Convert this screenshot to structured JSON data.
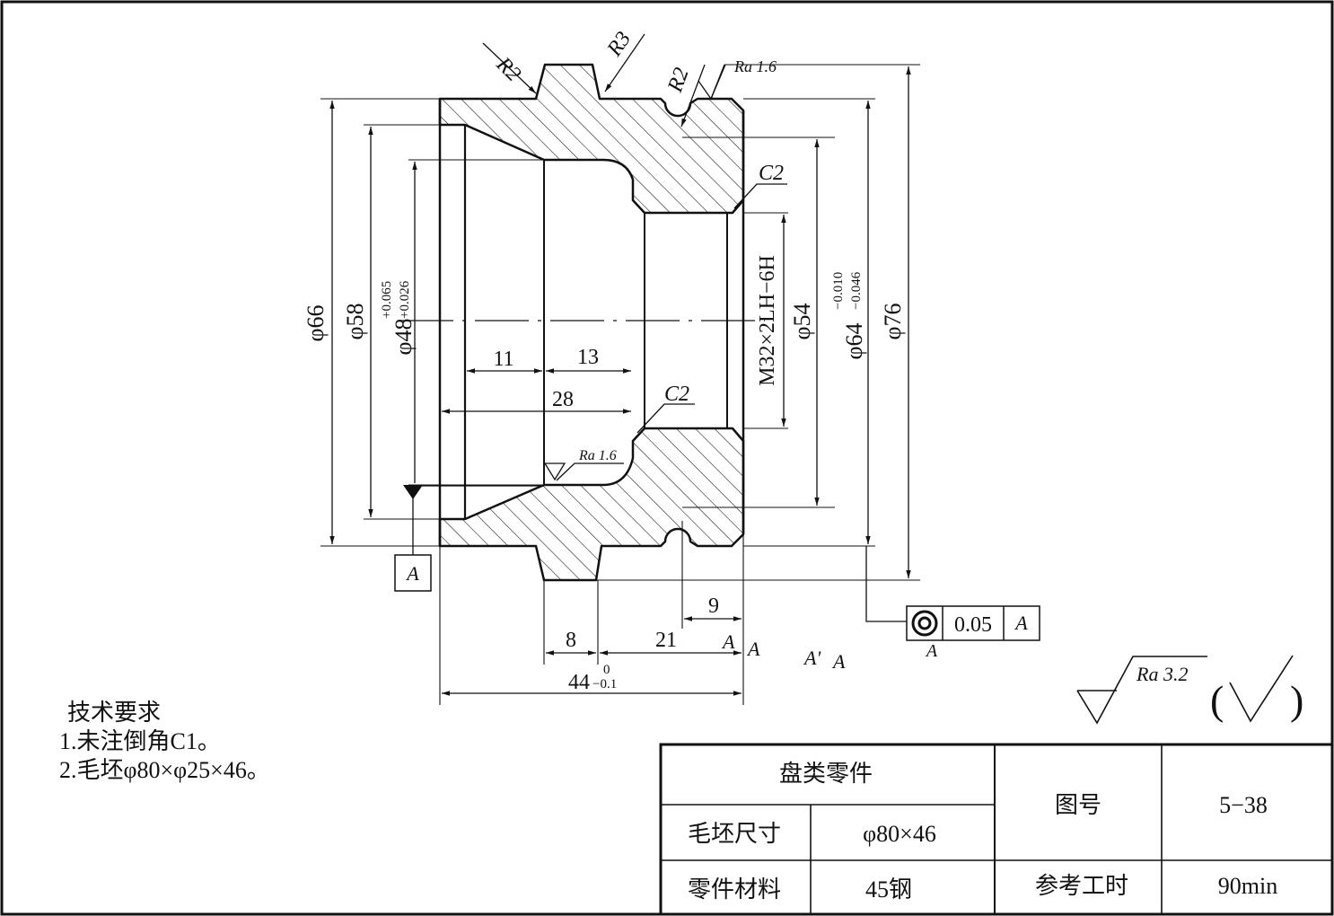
{
  "dimensions": {
    "r2_left": "R2",
    "r3": "R3",
    "r2_groove": "R2",
    "ra_top": "Ra 1.6",
    "c2_top": "C2",
    "c2_bottom": "C2",
    "ra_bore": "Ra 1.6",
    "d66": "φ66",
    "d58": "φ58",
    "d48": "φ48",
    "d48_tol_upper": "+0.065",
    "d48_tol_lower": "+0.026",
    "thread": "M32×2LH−6H",
    "d54": "φ54",
    "d64": "φ64",
    "d64_tol_upper": "−0.010",
    "d64_tol_lower": "−0.046",
    "d76": "φ76",
    "len_11": "11",
    "len_13": "13",
    "len_28": "28",
    "len_9": "9",
    "len_8": "8",
    "len_21": "21",
    "len_44": "44",
    "len_44_tol_upper": "0",
    "len_44_tol_lower": "−0.1",
    "ref_a1": "A",
    "ref_a2": "A",
    "ref_a3": "A'",
    "ref_a4": "A"
  },
  "datum": {
    "label": "A"
  },
  "tolerance_frame": {
    "symbol": "concentricity",
    "value": "0.05",
    "datum": "A",
    "below_label": "A"
  },
  "surface_finish": {
    "general": "Ra 3.2",
    "other_open": "(",
    "other_close": ")"
  },
  "notes": {
    "title": "技术要求",
    "line1": "1.未注倒角C1。",
    "line2": "2.毛坯φ80×φ25×46。"
  },
  "title_block": {
    "part_name": "盘类零件",
    "blank_size_label": "毛坯尺寸",
    "blank_size_value": "φ80×46",
    "material_label": "零件材料",
    "material_value": "45钢",
    "drawing_no_label": "图号",
    "drawing_no_value": "5−38",
    "time_label": "参考工时",
    "time_value": "90min"
  }
}
